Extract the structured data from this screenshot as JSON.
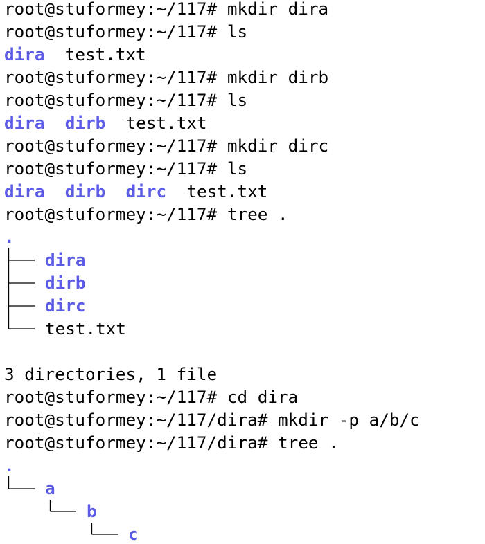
{
  "terminal": {
    "prompt_home": "root@stuformey:~/117#",
    "prompt_dira": "root@stuformey:~/117/dira#",
    "cmd_mkdir_dira": "mkdir dira",
    "cmd_ls": "ls",
    "cmd_mkdir_dirb": "mkdir dirb",
    "cmd_mkdir_dirc": "mkdir dirc",
    "cmd_tree": "tree .",
    "cmd_cd_dira": "cd dira",
    "cmd_mkdir_p": "mkdir -p a/b/c",
    "dir_dira": "dira",
    "dir_dirb": "dirb",
    "dir_dirc": "dirc",
    "file_test": "test.txt",
    "tree_root": ".",
    "tree_summary": "3 directories, 1 file",
    "dir_a": "a",
    "dir_b": "b",
    "dir_c": "c"
  },
  "colors": {
    "directory": "#5b5be6",
    "text": "#000000",
    "background": "#ffffff"
  }
}
